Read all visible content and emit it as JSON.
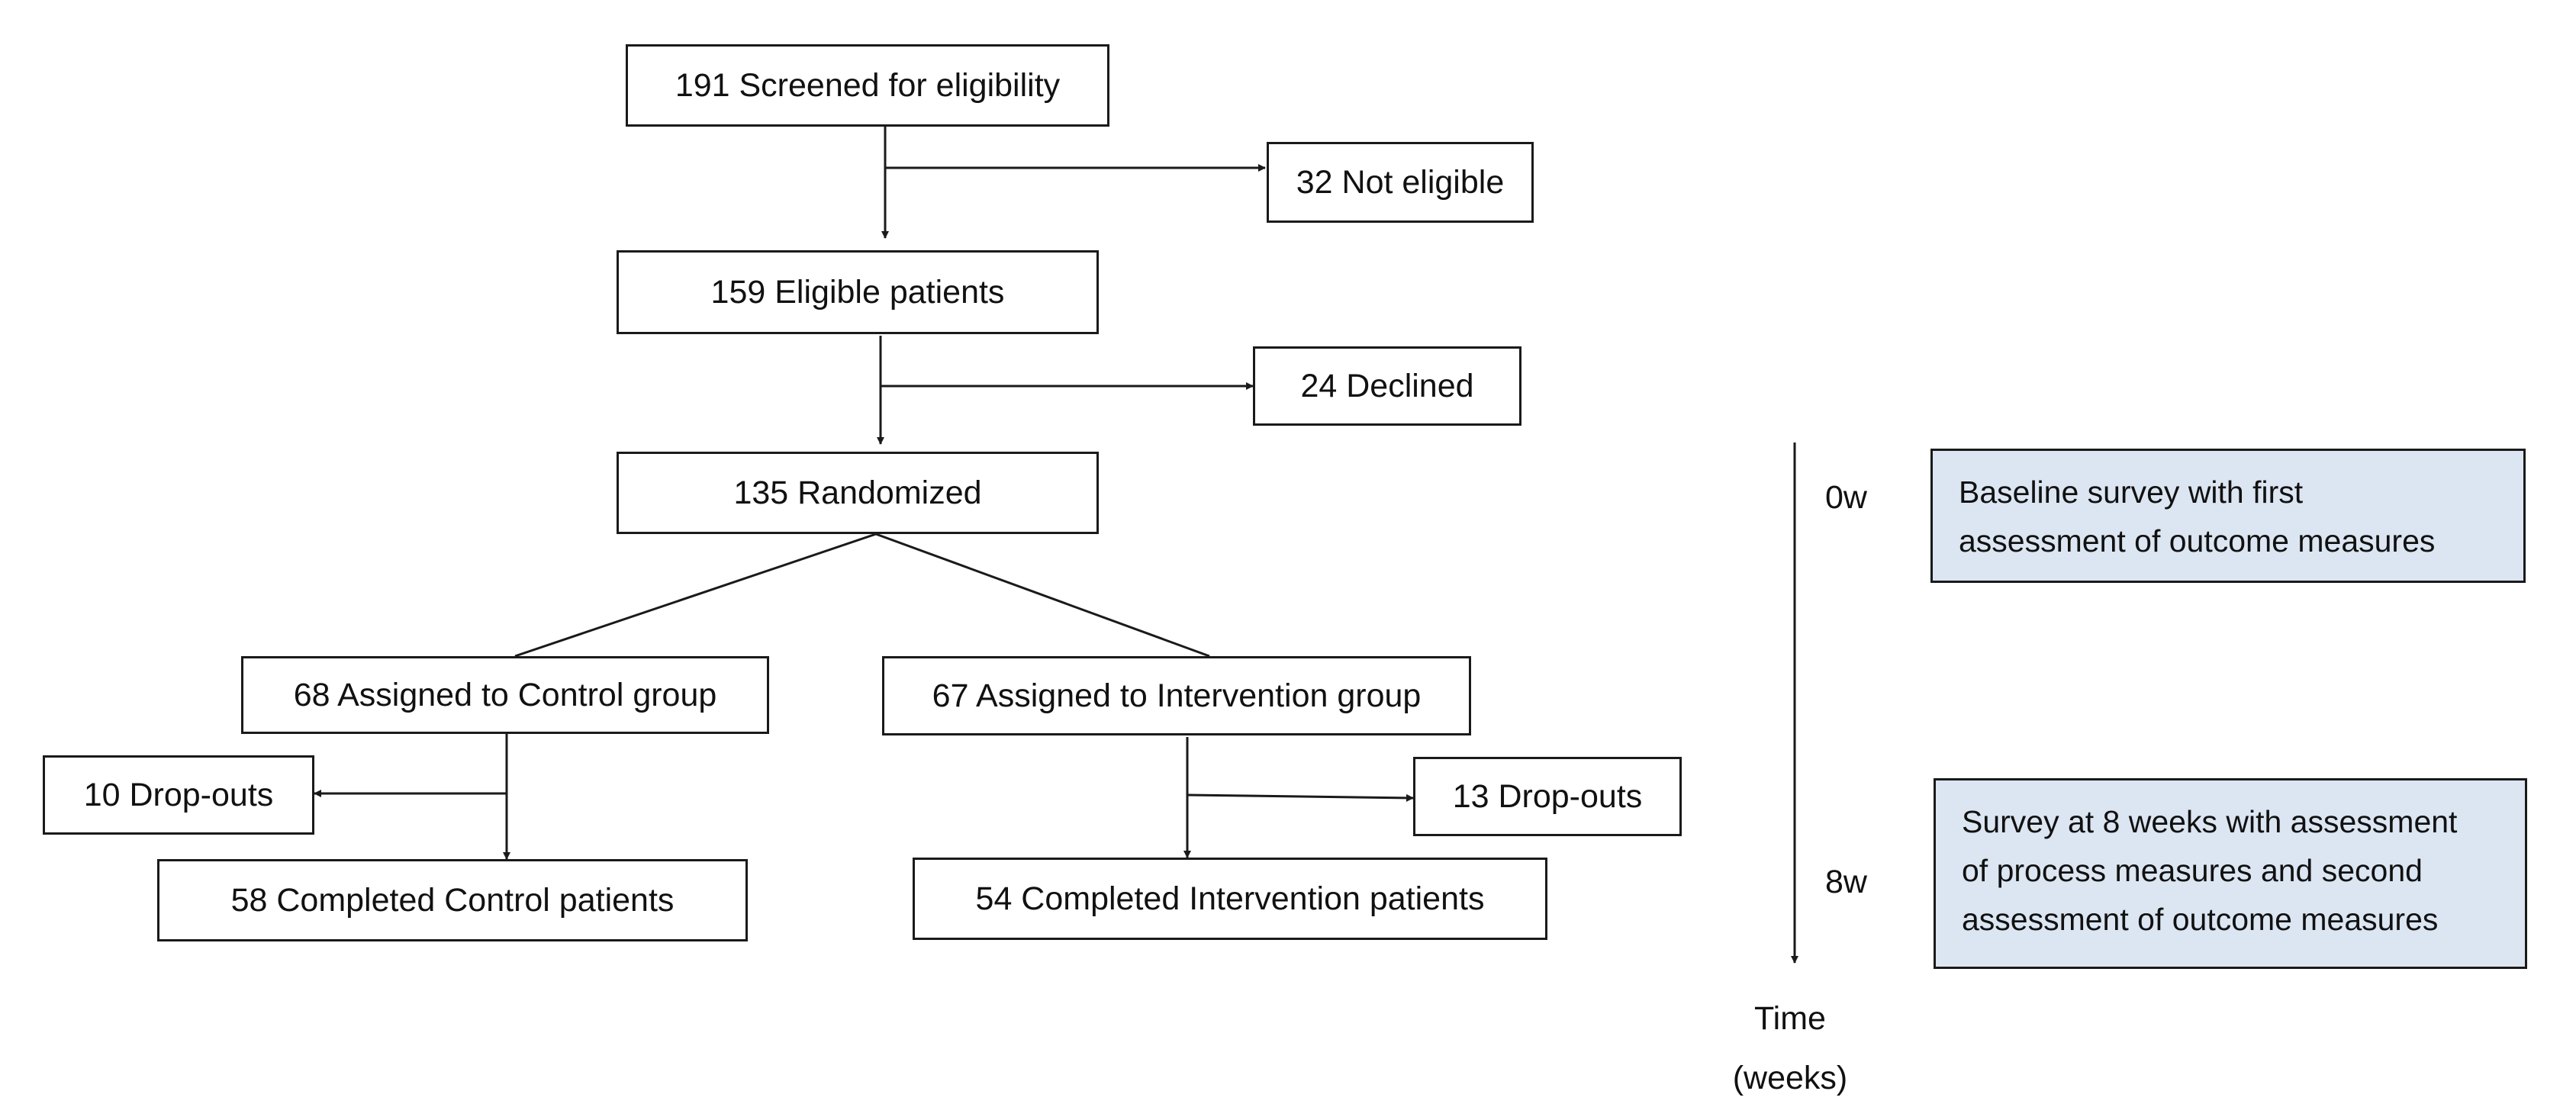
{
  "flow": {
    "screened": "191 Screened for eligibility",
    "not_eligible": "32 Not eligible",
    "eligible": "159 Eligible patients",
    "declined": "24 Declined",
    "randomized": "135 Randomized",
    "control_assigned": "68 Assigned to Control group",
    "intervention_assigned": "67 Assigned to Intervention group",
    "control_dropouts": "10 Drop-outs",
    "intervention_dropouts": "13 Drop-outs",
    "control_completed": "58 Completed Control patients",
    "intervention_completed": "54 Completed Intervention patients"
  },
  "timeline": {
    "t0_label": "0w",
    "t8_label": "8w",
    "axis_label_line1": "Time",
    "axis_label_line2": "(weeks)",
    "baseline_note": "Baseline survey with first\nassessment of outcome measures",
    "week8_note": "Survey at 8 weeks with assessment\nof process measures and second\nassessment of outcome measures"
  },
  "colors": {
    "note_fill": "#dce6f2",
    "line": "#1a1a1a"
  }
}
